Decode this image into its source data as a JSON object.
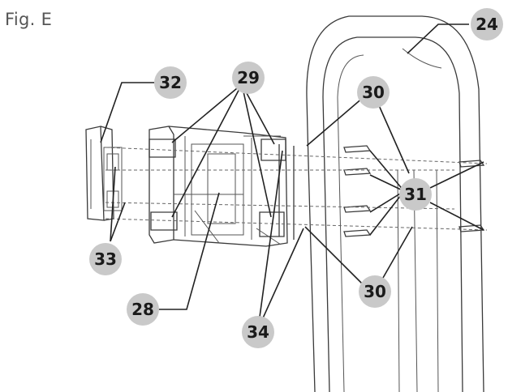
{
  "figure": {
    "title": "Fig. E"
  },
  "callouts": [
    {
      "key": "c24",
      "label": "24"
    },
    {
      "key": "c29",
      "label": "29"
    },
    {
      "key": "c32",
      "label": "32"
    },
    {
      "key": "c30a",
      "label": "30"
    },
    {
      "key": "c31",
      "label": "31"
    },
    {
      "key": "c33",
      "label": "33"
    },
    {
      "key": "c28",
      "label": "28"
    },
    {
      "key": "c34",
      "label": "34"
    },
    {
      "key": "c30b",
      "label": "30"
    }
  ],
  "colors": {
    "callout_fill": "#c9c9c9",
    "line": "#3a3a3a",
    "text": "#1a1a1a"
  }
}
